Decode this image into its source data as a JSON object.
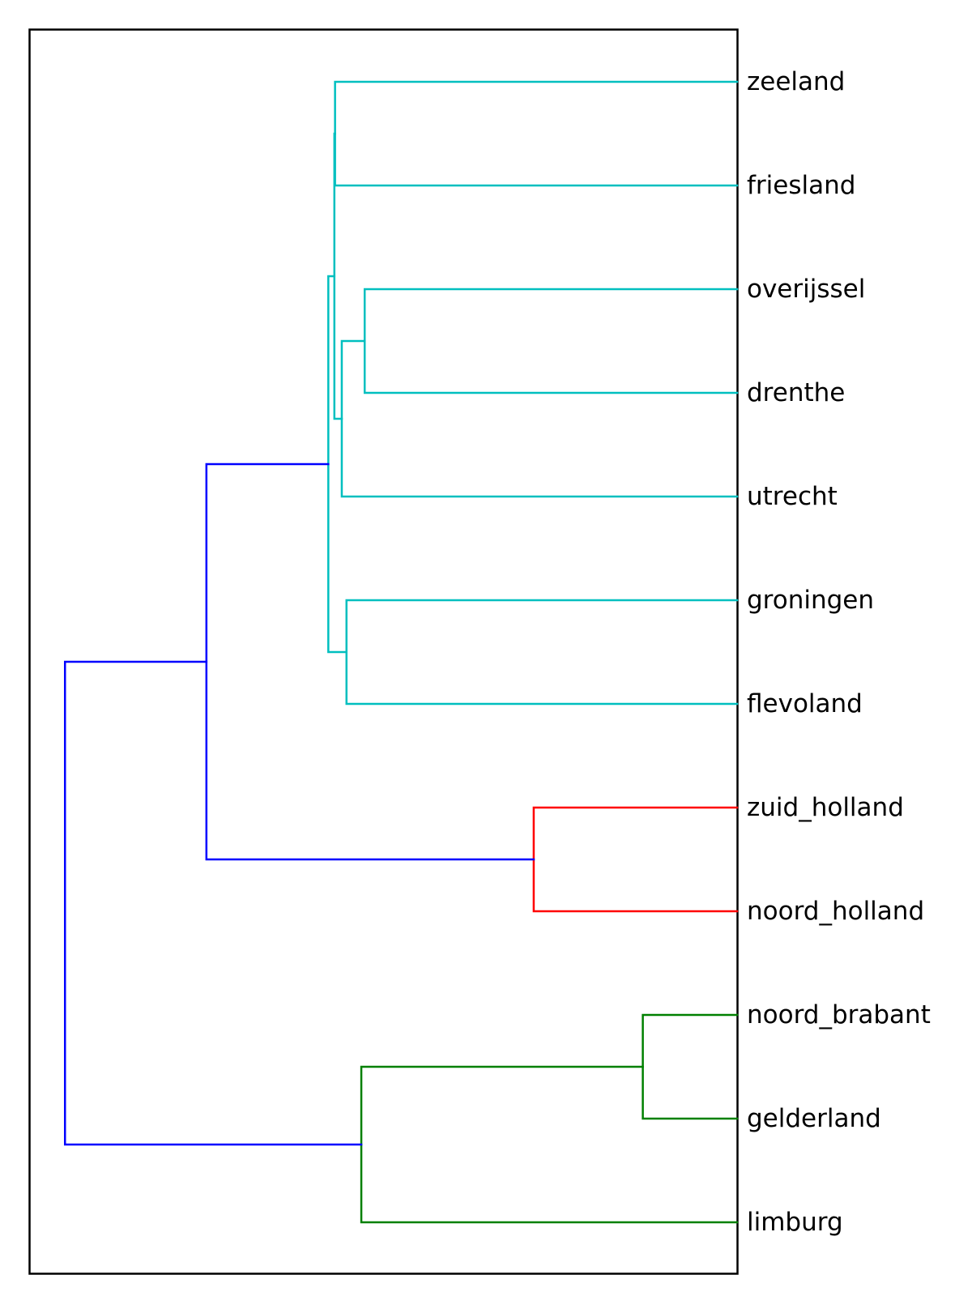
{
  "chart_data": {
    "type": "dendrogram",
    "orientation": "left",
    "title": "",
    "xlabel": "",
    "ylabel": "",
    "axes_ticks_visible": false,
    "grid": false,
    "leaves": [
      "zeeland",
      "friesland",
      "overijssel",
      "drenthe",
      "utrecht",
      "groningen",
      "flevoland",
      "zuid_holland",
      "noord_holland",
      "noord_brabant",
      "gelderland",
      "limburg"
    ],
    "distance_range": [
      0,
      1.05
    ],
    "colors": {
      "cluster_cyan": "#00bfbf",
      "cluster_red": "#ff0000",
      "cluster_green": "#008000",
      "above_threshold": "#0000ff",
      "frame": "#000000"
    },
    "merges": [
      {
        "left": "overijssel",
        "right": "drenthe",
        "height": 0.553,
        "color": "cluster_cyan"
      },
      {
        "left": "groningen",
        "right": "flevoland",
        "height": 0.58,
        "color": "cluster_cyan"
      },
      {
        "left": "m0",
        "right": "utrecht",
        "height": 0.587,
        "color": "cluster_cyan"
      },
      {
        "left": "zeeland",
        "right": "friesland",
        "height": 0.597,
        "color": "cluster_cyan"
      },
      {
        "left": "m3",
        "right": "m2",
        "height": 0.598,
        "color": "cluster_cyan"
      },
      {
        "left": "m4",
        "right": "m1",
        "height": 0.607,
        "color": "cluster_cyan"
      },
      {
        "left": "zuid_holland",
        "right": "noord_holland",
        "height": 0.302,
        "color": "cluster_red"
      },
      {
        "left": "noord_brabant",
        "right": "gelderland",
        "height": 0.14,
        "color": "cluster_green"
      },
      {
        "left": "m7",
        "right": "limburg",
        "height": 0.558,
        "color": "cluster_green"
      },
      {
        "left": "m5",
        "right": "m6",
        "height": 0.788,
        "color": "above_threshold"
      },
      {
        "left": "m9",
        "right": "m8",
        "height": 0.998,
        "color": "above_threshold"
      }
    ]
  }
}
